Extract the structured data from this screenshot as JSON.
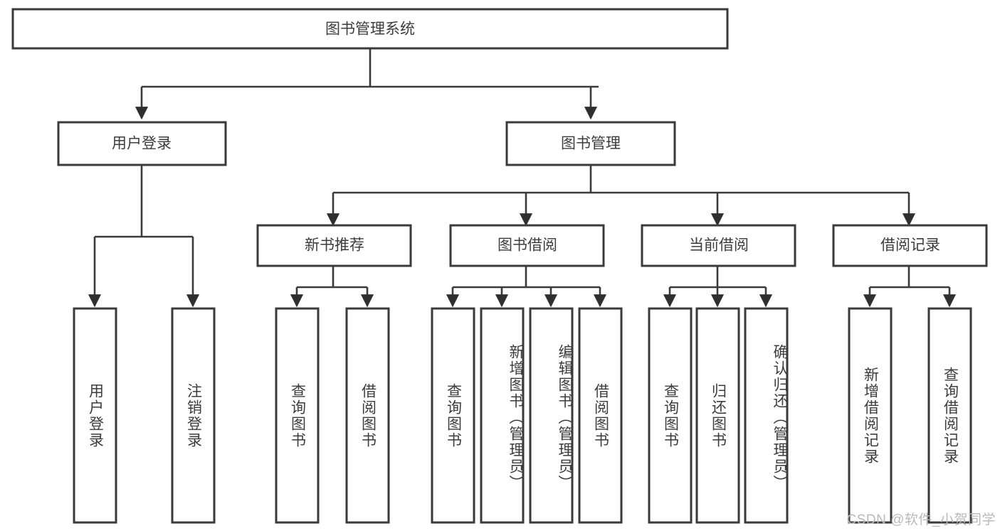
{
  "diagram": {
    "title_node": {
      "label": "图书管理系统"
    },
    "level2": [
      {
        "id": "user-login",
        "label": "用户登录"
      },
      {
        "id": "book-management",
        "label": "图书管理"
      }
    ],
    "level3": [
      {
        "id": "new-book-recommend",
        "label": "新书推荐"
      },
      {
        "id": "book-borrow",
        "label": "图书借阅"
      },
      {
        "id": "current-borrow",
        "label": "当前借阅"
      },
      {
        "id": "borrow-record",
        "label": "借阅记录"
      }
    ],
    "leaves": {
      "user_login": [
        {
          "id": "leaf-user-login",
          "label": "用户登录"
        },
        {
          "id": "leaf-logout-login",
          "label": "注销登录"
        }
      ],
      "new_book_recommend": [
        {
          "id": "leaf-query-book-1",
          "label": "查询图书"
        },
        {
          "id": "leaf-borrow-book-1",
          "label": "借阅图书"
        }
      ],
      "book_borrow": [
        {
          "id": "leaf-query-book-2",
          "label": "查询图书"
        },
        {
          "id": "leaf-add-book",
          "label": "新增图书（管理员）"
        },
        {
          "id": "leaf-edit-book",
          "label": "编辑图书（管理员）"
        },
        {
          "id": "leaf-borrow-book-2",
          "label": "借阅图书"
        }
      ],
      "current_borrow": [
        {
          "id": "leaf-query-book-3",
          "label": "查询图书"
        },
        {
          "id": "leaf-return-book",
          "label": "归还图书"
        },
        {
          "id": "leaf-confirm-return",
          "label": "确认归还（管理员）"
        }
      ],
      "borrow_record": [
        {
          "id": "leaf-add-record",
          "label": "新增借阅记录"
        },
        {
          "id": "leaf-query-record",
          "label": "查询借阅记录"
        }
      ]
    }
  },
  "watermark": {
    "text": "CSDN @软件_小贺同学"
  },
  "colors": {
    "box_stroke": "#3a3a3a",
    "box_fill": "#ffffff",
    "text": "#3c3c3c",
    "connector": "#3a3a3a",
    "watermark": "#b9b9b9",
    "background": "#ffffff"
  }
}
